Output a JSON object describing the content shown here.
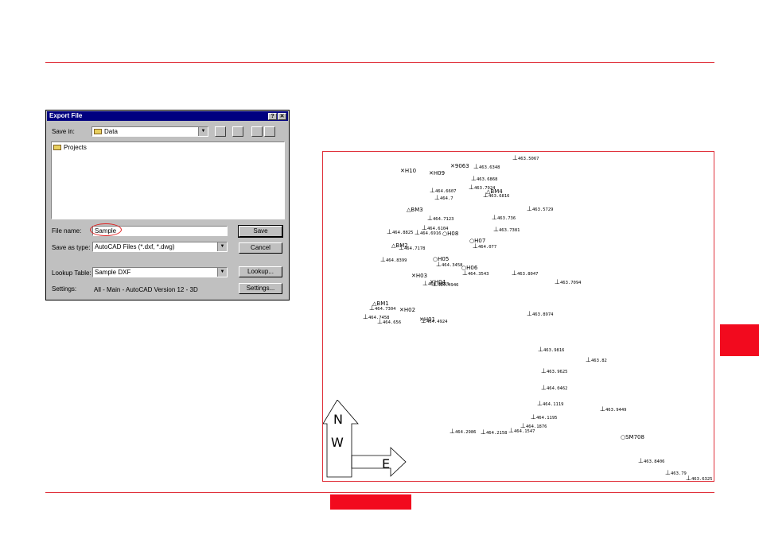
{
  "dialog": {
    "title": "Export File",
    "help_label": "?",
    "close_label": "✕",
    "save_in_label": "Save in:",
    "save_in_value": "Data",
    "list_items": [
      {
        "label": "Projects"
      }
    ],
    "file_name_label": "File name:",
    "file_name_value": "Sample",
    "save_as_type_label": "Save as type:",
    "save_as_type_value": "AutoCAD Files (*.dxf, *.dwg)",
    "lookup_table_label": "Lookup Table:",
    "lookup_table_value": "Sample DXF",
    "settings_label": "Settings:",
    "settings_value": "All - Main - AutoCAD Version 12 - 3D",
    "save_button": "Save",
    "cancel_button": "Cancel",
    "lookup_button": "Lookup...",
    "settings_button": "Settings..."
  },
  "map": {
    "compass": {
      "north": "N",
      "west": "W",
      "east": "E"
    },
    "points": [
      {
        "label": "463.5067"
      },
      {
        "label": "463.6348"
      },
      {
        "label": "463.6868"
      },
      {
        "label": "463.7924"
      },
      {
        "label": "463.6816"
      },
      {
        "label": "463.5729"
      },
      {
        "label": "463.736"
      },
      {
        "label": "463.7381"
      },
      {
        "label": "464.077"
      },
      {
        "label": "463.8047"
      },
      {
        "label": "463.7094"
      },
      {
        "label": "463.8974"
      },
      {
        "label": "463.9816"
      },
      {
        "label": "463.82"
      },
      {
        "label": "463.9625"
      },
      {
        "label": "464.0462"
      },
      {
        "label": "464.1119"
      },
      {
        "label": "463.9449"
      },
      {
        "label": "464.1195"
      },
      {
        "label": "464.1876"
      },
      {
        "label": "464.1547"
      },
      {
        "label": "464.2158"
      },
      {
        "label": "464.2986"
      },
      {
        "label": "463.8406"
      },
      {
        "label": "463.79"
      },
      {
        "label": "463.6325"
      },
      {
        "label": "464.8399"
      },
      {
        "label": "464.8825"
      },
      {
        "label": "464.6916"
      },
      {
        "label": "464.6104"
      },
      {
        "label": "464.7123"
      },
      {
        "label": "464.4946"
      },
      {
        "label": "464.7458"
      },
      {
        "label": "464.656"
      },
      {
        "label": "464.4924"
      },
      {
        "label": "464.3543"
      },
      {
        "label": "464.3458"
      },
      {
        "label": "464.5893"
      },
      {
        "label": "464.7178"
      },
      {
        "label": "464.6607"
      },
      {
        "label": "464.7"
      },
      {
        "label": "464.7304"
      }
    ],
    "stations": [
      {
        "label": "H10"
      },
      {
        "label": "H09"
      },
      {
        "label": "9063"
      },
      {
        "label": "BM4"
      },
      {
        "label": "BM3"
      },
      {
        "label": "H08"
      },
      {
        "label": "H07"
      },
      {
        "label": "BM2"
      },
      {
        "label": "H05"
      },
      {
        "label": "H06"
      },
      {
        "label": "H03"
      },
      {
        "label": "H04"
      },
      {
        "label": "BM1"
      },
      {
        "label": "H02"
      },
      {
        "label": "H01"
      },
      {
        "label": "SM708"
      }
    ]
  }
}
